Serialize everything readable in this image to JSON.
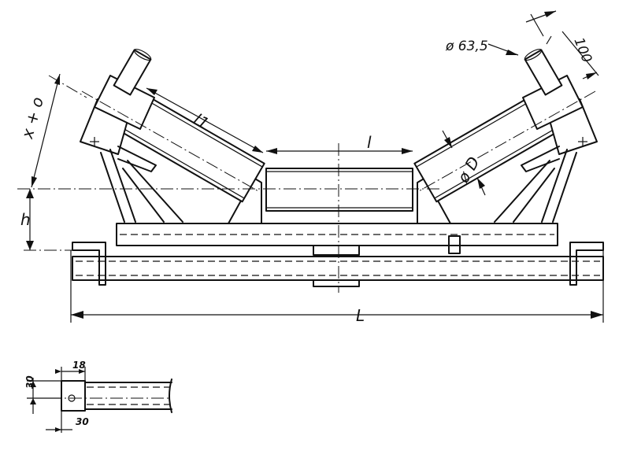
{
  "labels": {
    "roller_diameter_small": "ø 63,5",
    "dim_100": "100",
    "l1": "l1",
    "l": "l",
    "D": "ø D",
    "x_plus_o": "x + o",
    "h": "h",
    "L": "L",
    "detail_18": "18",
    "detail_30_v": "30",
    "detail_30_h": "30"
  }
}
